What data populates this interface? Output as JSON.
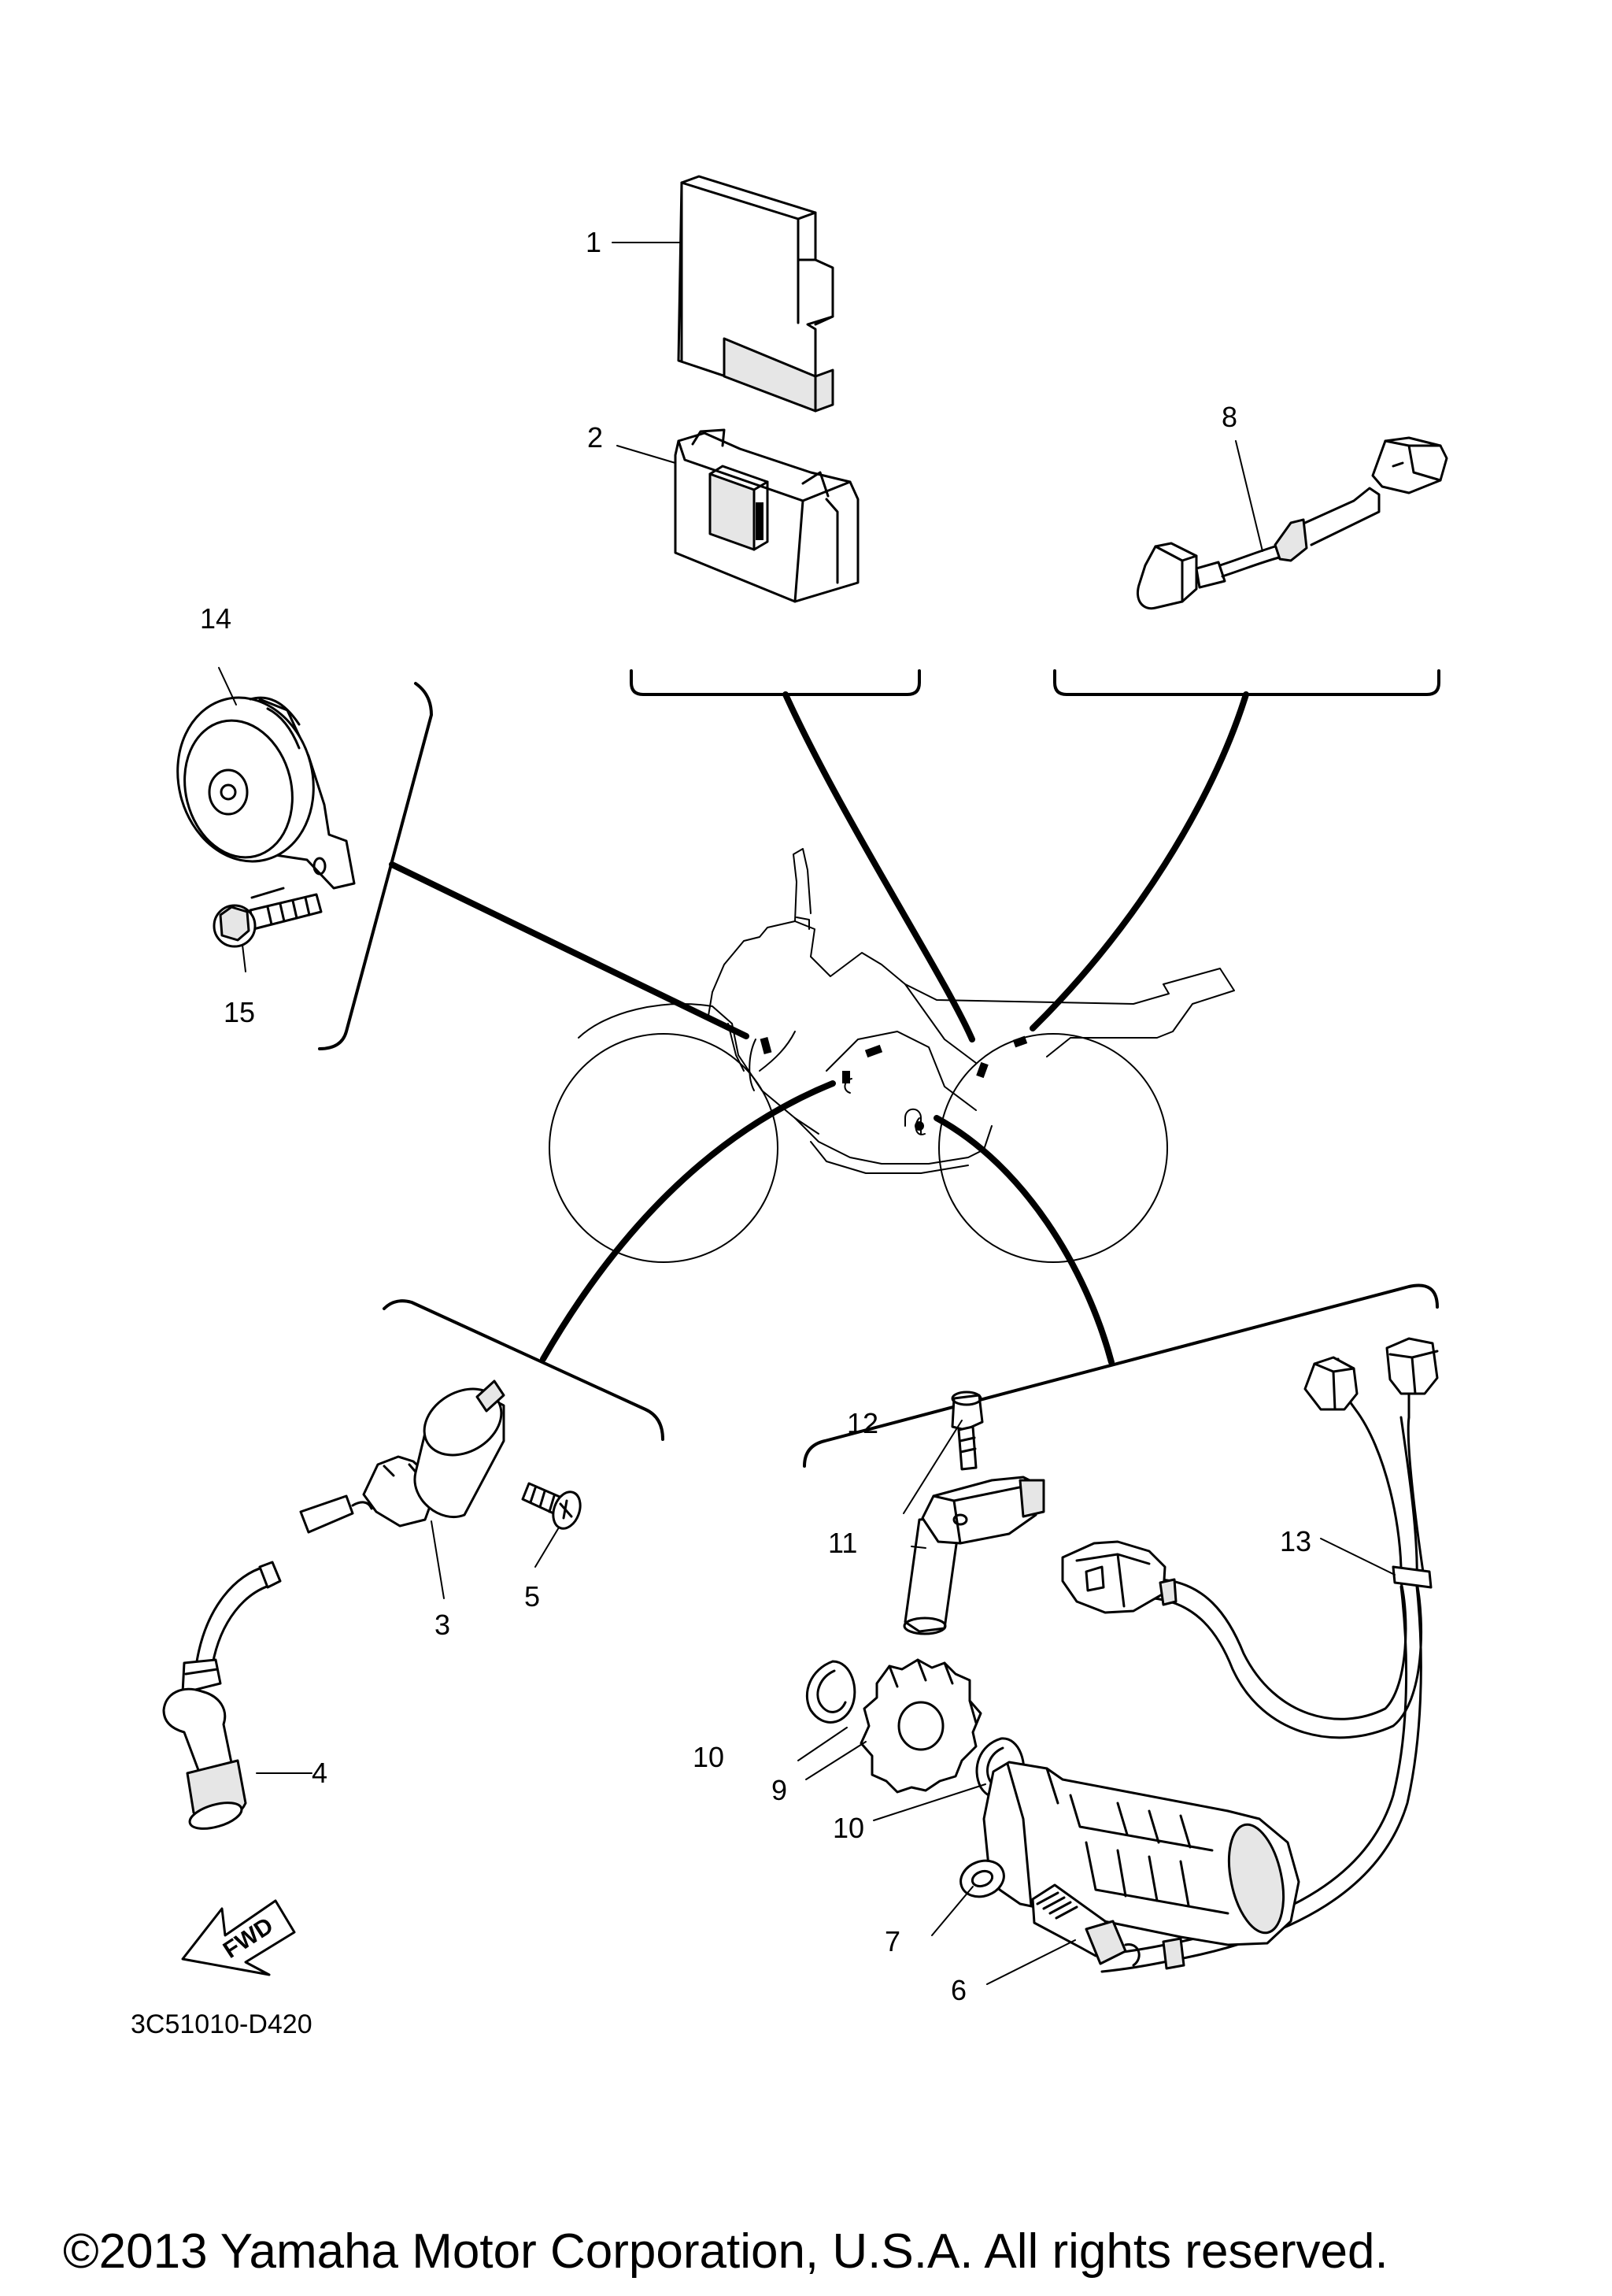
{
  "diagram": {
    "callouts": {
      "c1": "1",
      "c2": "2",
      "c3": "3",
      "c4": "4",
      "c5": "5",
      "c6": "6",
      "c7": "7",
      "c8": "8",
      "c9": "9",
      "c10a": "10",
      "c10b": "10",
      "c11": "11",
      "c12": "12",
      "c13": "13",
      "c14": "14",
      "c15": "15"
    },
    "fwd_label": "FWD",
    "drawing_code": "3C51010-D420",
    "copyright": "©2013 Yamaha Motor Corporation, U.S.A. All rights reserved."
  }
}
